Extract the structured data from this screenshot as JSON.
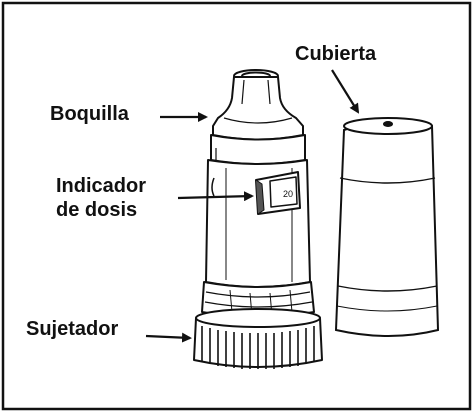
{
  "labels": {
    "cover": "Cubierta",
    "mouthpiece": "Boquilla",
    "dose_indicator_line1": "Indicador",
    "dose_indicator_line2": "de dosis",
    "grip": "Sujetador"
  }
}
